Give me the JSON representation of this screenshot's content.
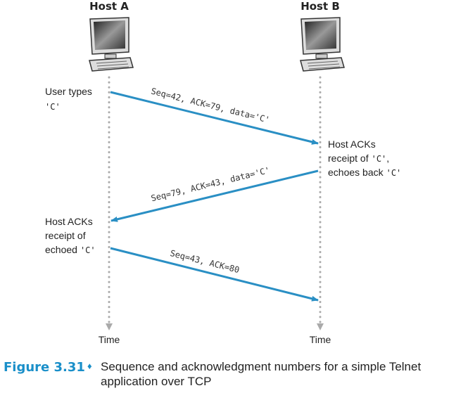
{
  "hosts": {
    "a": "Host A",
    "b": "Host B"
  },
  "time_label": "Time",
  "notes": {
    "user_types": "User types",
    "c_char": "'C'",
    "host_acks": "Host ACKs",
    "receipt_of": "receipt of",
    "comma": ",",
    "echoes_back": "echoes back",
    "echoed": "echoed"
  },
  "segments": [
    {
      "label": "Seq=42, ACK=79, data='C'"
    },
    {
      "label": "Seq=79, ACK=43, data='C'"
    },
    {
      "label": "Seq=43, ACK=80"
    }
  ],
  "caption": {
    "figure": "Figure 3.31",
    "separator": "♦",
    "text_line1": "Sequence and acknowledgment numbers for a simple Telnet",
    "text_line2": "application over TCP"
  },
  "colors": {
    "arrow": "#2a8fc4",
    "accent": "#1a8fc9"
  }
}
